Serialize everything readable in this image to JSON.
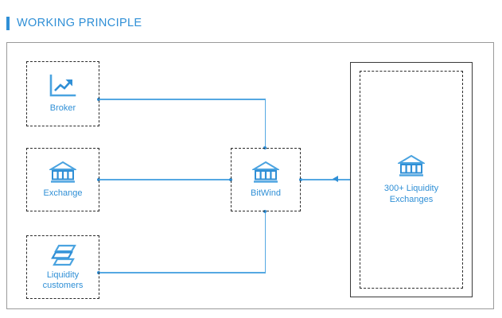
{
  "page": {
    "title": "WORKING PRINCIPLE",
    "accent_color": "#2f8fd6",
    "line_color": "#55a8e2",
    "frame_border_color": "#9a9a9a",
    "node_border_color": "#2b2b2b",
    "panel_border_color": "#3a3a3a",
    "background": "#ffffff"
  },
  "nodes": {
    "broker": {
      "label": "Broker",
      "icon": "chart-trending-up-icon"
    },
    "exchange": {
      "label": "Exchange",
      "icon": "bank-icon"
    },
    "liquidity_customers": {
      "label": "Liquidity\ncustomers",
      "icon": "stacked-layers-icon"
    },
    "bitwind": {
      "label": "BitWind",
      "icon": "bank-icon"
    },
    "liquidity_exchanges": {
      "label": "300+ Liquidity\nExchanges",
      "icon": "bank-icon"
    }
  },
  "connections": [
    {
      "name": "broker-to-bitwind",
      "from": "broker",
      "to": "bitwind",
      "direction": "none"
    },
    {
      "name": "exchange-to-bitwind",
      "from": "exchange",
      "to": "bitwind",
      "direction": "none"
    },
    {
      "name": "liquidity-to-bitwind",
      "from": "liquidity_customers",
      "to": "bitwind",
      "direction": "none"
    },
    {
      "name": "exchanges-to-bitwind",
      "from": "liquidity_exchanges",
      "to": "bitwind",
      "direction": "left"
    }
  ]
}
